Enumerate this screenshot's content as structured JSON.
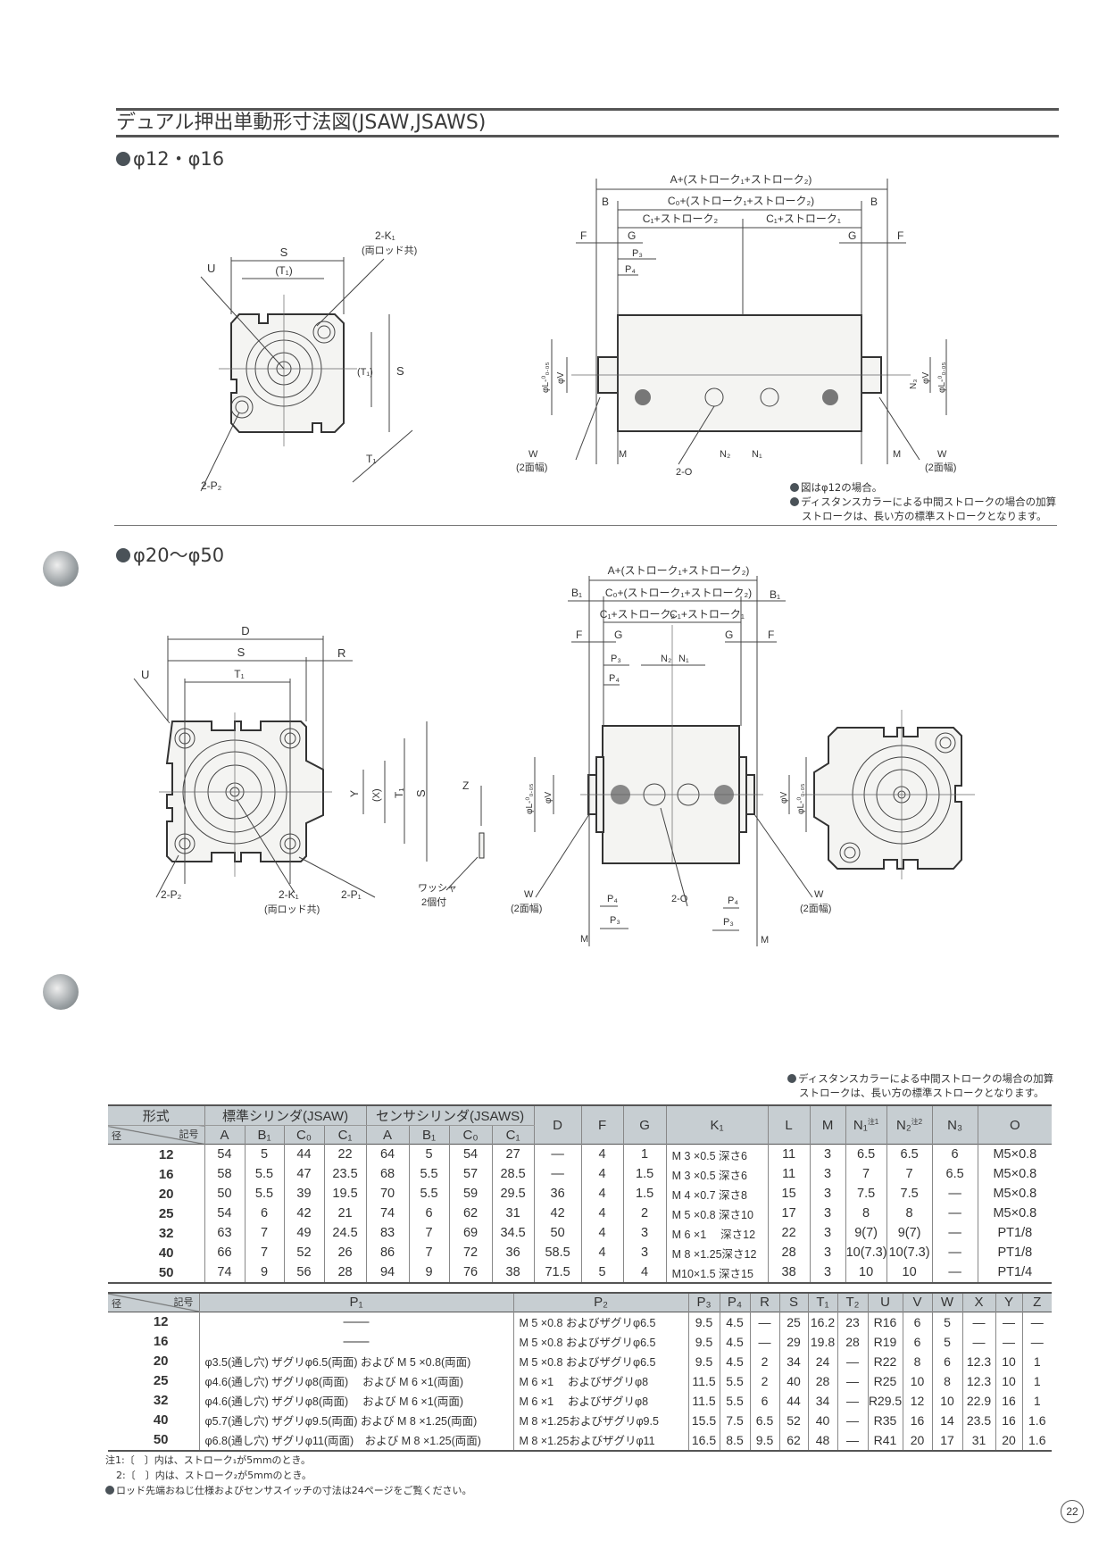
{
  "title": "デュアル押出単動形寸法図(JSAW,JSAWS)",
  "section1": {
    "heading": "φ12・φ16",
    "front_labels": {
      "S": "S",
      "T1p": "(T₁)",
      "U": "U",
      "K1": "2-K₁",
      "K1note": "(両ロッド共)",
      "Sv": "S",
      "T1v": "(T₁)",
      "T1d": "T₁",
      "P2": "2-P₂"
    },
    "side_labels": {
      "A": "A+(ストローク₁+ストローク₂)",
      "B": "B",
      "B_r": "B",
      "C0": "C₀+(ストローク₁+ストローク₂)",
      "C1a": "C₁+ストローク₂",
      "C1b": "C₁+ストローク₁",
      "F": "F",
      "G": "G",
      "G_r": "G",
      "F_r": "F",
      "P3": "P₃",
      "P4": "P₄",
      "phiL": "φL-⁰₀.₀₅",
      "phiV": "φV",
      "W": "W",
      "W2": "(2面幅)",
      "M": "M",
      "O": "2-O",
      "N2": "N₂",
      "N1": "N₁",
      "M_r": "M",
      "W_r": "W",
      "W2_r": "(2面幅)",
      "N3": "N₃",
      "phiV_r": "φV",
      "phiL_r": "φL-⁰₀.₀₅"
    },
    "notes": [
      "図はφ12の場合。",
      "ディスタンスカラーによる中間ストロークの場合の加算",
      "ストロークは、長い方の標準ストロークとなります。"
    ]
  },
  "section2": {
    "heading": "φ20～φ50",
    "front_labels": {
      "D": "D",
      "S": "S",
      "R": "R",
      "U": "U",
      "T1": "T₁",
      "Y": "Y",
      "X": "(X)",
      "T1v": "T₁",
      "Sv": "S",
      "Z": "Z",
      "washer": "ワッシャ",
      "washer2": "2個付",
      "P2": "2-P₂",
      "K1": "2-K₁",
      "K1note": "(両ロッド共)",
      "P1": "2-P₁"
    },
    "side_labels": {
      "A": "A+(ストローク₁+ストローク₂)",
      "B1": "B₁",
      "B1_r": "B₁",
      "C0": "C₀+(ストローク₁+ストローク₂)",
      "C1a": "C₁+ストローク₂",
      "C1b": "C₁+ストローク₁",
      "F": "F",
      "G": "G",
      "G_r": "G",
      "F_r": "F",
      "P3": "P₃",
      "N2": "N₂",
      "N1": "N₁",
      "P4": "P₄",
      "phiL": "φL-⁰₀.₀₅",
      "phiV": "φV",
      "phiV_r": "φV",
      "phiL_r": "φL-⁰₀.₀₅",
      "W": "W",
      "W2": "(2面幅)",
      "P4b": "P₄",
      "P3b": "P₃",
      "O": "2-O",
      "P4c": "P₄",
      "P3c": "P₃",
      "M": "M",
      "M_r": "M",
      "W_r": "W",
      "W2_r": "(2面幅)"
    }
  },
  "table_note": [
    "ディスタンスカラーによる中間ストロークの場合の加算",
    "ストロークは、長い方の標準ストロークとなります。"
  ],
  "table1": {
    "h_type": "形式",
    "h_bore": "径",
    "h_symbol": "記号",
    "h_std": "標準シリンダ(JSAW)",
    "h_sensor": "センサシリンダ(JSAWS)",
    "sub": [
      "A",
      "B₁",
      "C₀",
      "C₁",
      "A",
      "B₁",
      "C₀",
      "C₁"
    ],
    "cols": [
      "D",
      "F",
      "G",
      "K₁",
      "L",
      "M",
      "N₁",
      "N₂",
      "N₃",
      "O"
    ],
    "n1_note": "注1",
    "n2_note": "注2",
    "rows": [
      [
        "12",
        "54",
        "5",
        "44",
        "22",
        "64",
        "5",
        "54",
        "27",
        "—",
        "4",
        "1",
        "M 3 ×0.5 深さ6",
        "11",
        "3",
        "6.5",
        "6.5",
        "6",
        "M5×0.8"
      ],
      [
        "16",
        "58",
        "5.5",
        "47",
        "23.5",
        "68",
        "5.5",
        "57",
        "28.5",
        "—",
        "4",
        "1.5",
        "M 3 ×0.5 深さ6",
        "11",
        "3",
        "7",
        "7",
        "6.5",
        "M5×0.8"
      ],
      [
        "20",
        "50",
        "5.5",
        "39",
        "19.5",
        "70",
        "5.5",
        "59",
        "29.5",
        "36",
        "4",
        "1.5",
        "M 4 ×0.7 深さ8",
        "15",
        "3",
        "7.5",
        "7.5",
        "—",
        "M5×0.8"
      ],
      [
        "25",
        "54",
        "6",
        "42",
        "21",
        "74",
        "6",
        "62",
        "31",
        "42",
        "4",
        "2",
        "M 5 ×0.8 深さ10",
        "17",
        "3",
        "8",
        "8",
        "—",
        "M5×0.8"
      ],
      [
        "32",
        "63",
        "7",
        "49",
        "24.5",
        "83",
        "7",
        "69",
        "34.5",
        "50",
        "4",
        "3",
        "M 6 ×1　 深さ12",
        "22",
        "3",
        "9(7)",
        "9(7)",
        "—",
        "PT1/8"
      ],
      [
        "40",
        "66",
        "7",
        "52",
        "26",
        "86",
        "7",
        "72",
        "36",
        "58.5",
        "4",
        "3",
        "M 8 ×1.25深さ12",
        "28",
        "3",
        "10(7.3)",
        "10(7.3)",
        "—",
        "PT1/8"
      ],
      [
        "50",
        "74",
        "9",
        "56",
        "28",
        "94",
        "9",
        "76",
        "38",
        "71.5",
        "5",
        "4",
        "M10×1.5 深さ15",
        "38",
        "3",
        "10",
        "10",
        "—",
        "PT1/4"
      ]
    ]
  },
  "table2": {
    "h_bore": "径",
    "h_symbol": "記号",
    "cols": [
      "P₁",
      "P₂",
      "P₃",
      "P₄",
      "R",
      "S",
      "T₁",
      "T₂",
      "U",
      "V",
      "W",
      "X",
      "Y",
      "Z"
    ],
    "rows": [
      [
        "12",
        "——",
        "M 5 ×0.8 およびザグリφ6.5",
        "9.5",
        "4.5",
        "—",
        "25",
        "16.2",
        "23",
        "R16",
        "6",
        "5",
        "—",
        "—",
        "—"
      ],
      [
        "16",
        "——",
        "M 5 ×0.8 およびザグリφ6.5",
        "9.5",
        "4.5",
        "—",
        "29",
        "19.8",
        "28",
        "R19",
        "6",
        "5",
        "—",
        "—",
        "—"
      ],
      [
        "20",
        "φ3.5(通し穴) ザグリφ6.5(両面) および M 5 ×0.8(両面)",
        "M 5 ×0.8 およびザグリφ6.5",
        "9.5",
        "4.5",
        "2",
        "34",
        "24",
        "—",
        "R22",
        "8",
        "6",
        "12.3",
        "10",
        "1"
      ],
      [
        "25",
        "φ4.6(通し穴) ザグリφ8(両面)　 および M 6 ×1(両面)",
        "M 6 ×1　 およびザグリφ8",
        "11.5",
        "5.5",
        "2",
        "40",
        "28",
        "—",
        "R25",
        "10",
        "8",
        "12.3",
        "10",
        "1"
      ],
      [
        "32",
        "φ4.6(通し穴) ザグリφ8(両面)　 および M 6 ×1(両面)",
        "M 6 ×1　 およびザグリφ8",
        "11.5",
        "5.5",
        "6",
        "44",
        "34",
        "—",
        "R29.5",
        "12",
        "10",
        "22.9",
        "16",
        "1"
      ],
      [
        "40",
        "φ5.7(通し穴) ザグリφ9.5(両面) および M 8 ×1.25(両面)",
        "M 8 ×1.25およびザグリφ9.5",
        "15.5",
        "7.5",
        "6.5",
        "52",
        "40",
        "—",
        "R35",
        "16",
        "14",
        "23.5",
        "16",
        "1.6"
      ],
      [
        "50",
        "φ6.8(通し穴) ザグリφ11(両面)　および M 8 ×1.25(両面)",
        "M 8 ×1.25およびザグリφ11",
        "16.5",
        "8.5",
        "9.5",
        "62",
        "48",
        "—",
        "R41",
        "20",
        "17",
        "31",
        "20",
        "1.6"
      ]
    ]
  },
  "footnotes": [
    "注1:〔　〕内は、ストローク₁が5mmのとき。",
    "2:〔　〕内は、ストローク₂が5mmのとき。",
    "ロッド先端おねじ仕様およびセンサスイッチの寸法は24ページをご覧ください。"
  ],
  "page_number": "22"
}
